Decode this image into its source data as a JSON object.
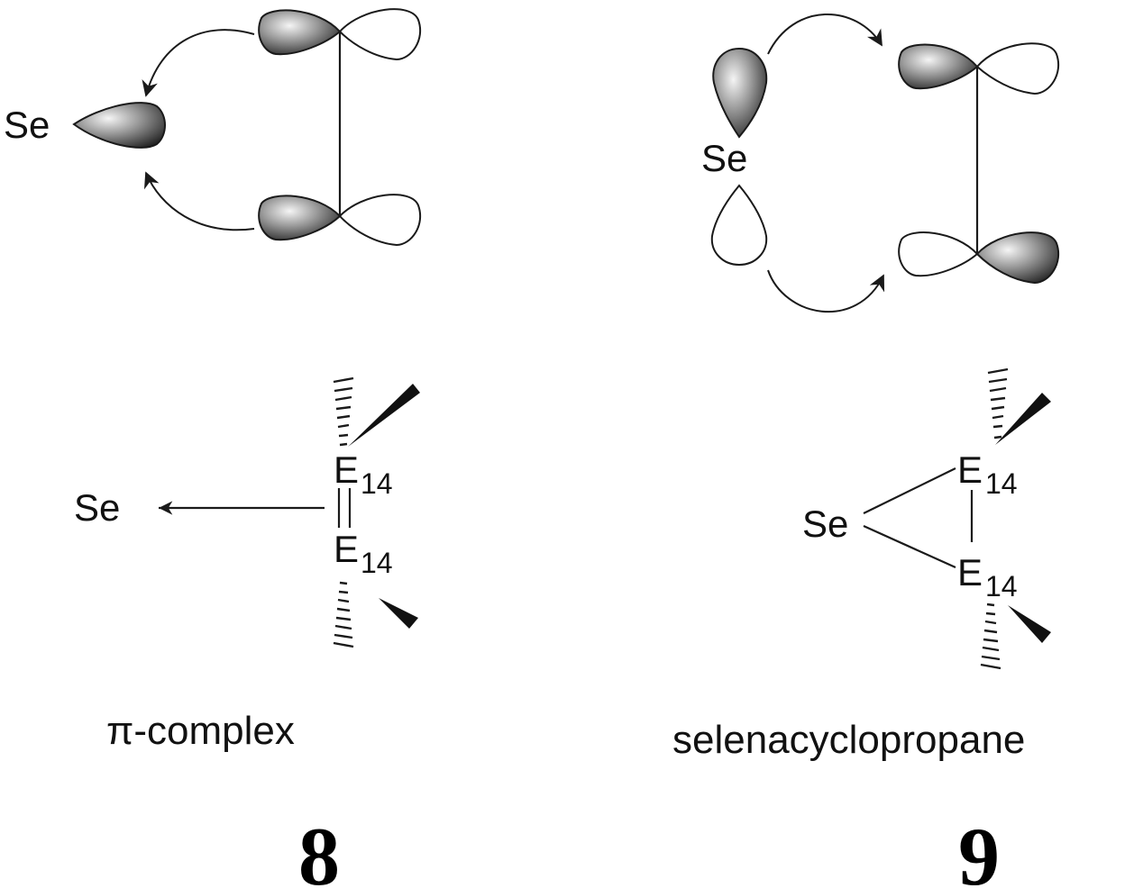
{
  "atoms": {
    "se": "Se",
    "e": "E",
    "e_sub": "14"
  },
  "labels": {
    "left_name": "π-complex",
    "right_name": "selenacyclopropane",
    "left_number": "8",
    "right_number": "9"
  }
}
